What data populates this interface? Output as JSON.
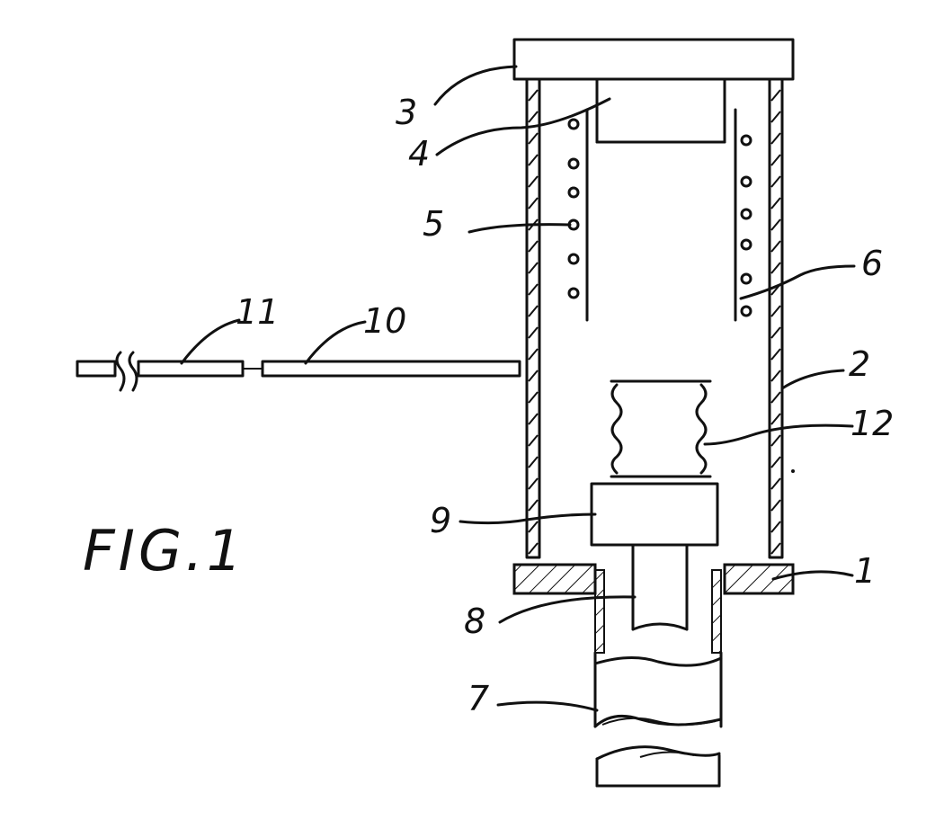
{
  "figure": {
    "title": "FIG.1",
    "labels": {
      "l1": "1",
      "l2": "2",
      "l3": "3",
      "l4": "4",
      "l5": "5",
      "l6": "6",
      "l7": "7",
      "l8": "8",
      "l9": "9",
      "l10": "10",
      "l11": "11",
      "l12": "12"
    }
  }
}
